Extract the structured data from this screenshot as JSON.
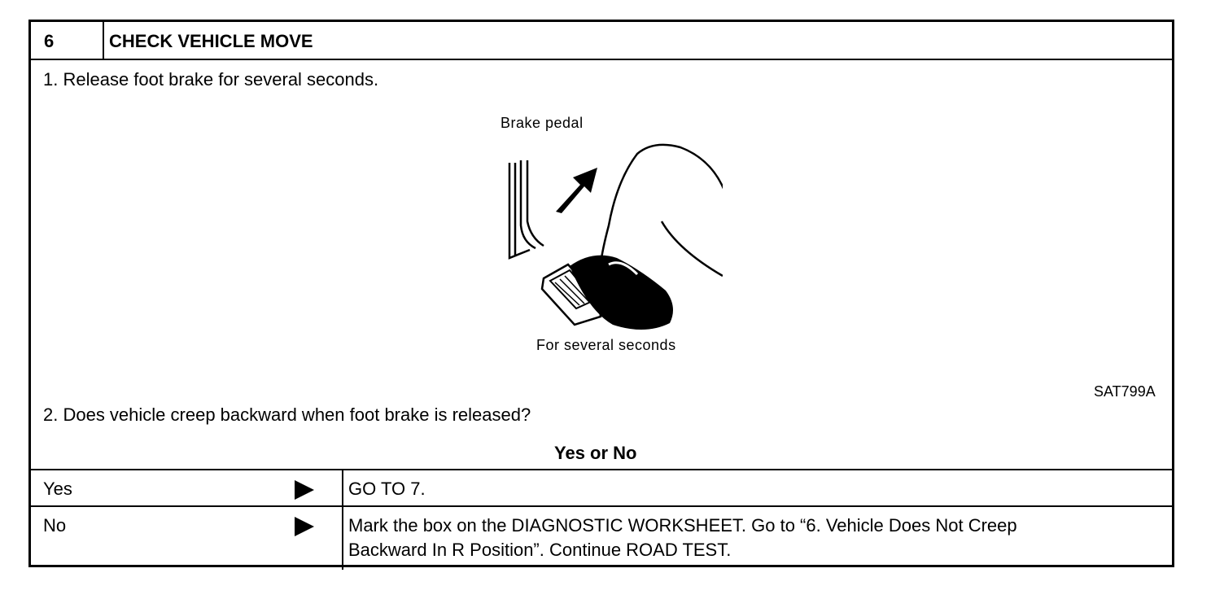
{
  "header": {
    "step_number": "6",
    "title": "CHECK VEHICLE MOVE"
  },
  "body": {
    "instruction_1": "1.  Release foot brake for several seconds.",
    "figure": {
      "label_top": "Brake pedal",
      "label_bottom": "For several seconds",
      "figure_code": "SAT799A"
    },
    "instruction_2": "2.  Does vehicle creep backward when foot brake is released?",
    "question": "Yes or No"
  },
  "results": [
    {
      "answer": "Yes",
      "action_line1": "GO TO 7.",
      "action_line2": ""
    },
    {
      "answer": "No",
      "action_line1": "Mark the box on the DIAGNOSTIC WORKSHEET. Go to “6. Vehicle Does Not Creep",
      "action_line2": "Backward In R Position”. Continue ROAD TEST."
    }
  ],
  "icons": {
    "result_arrow": "right-triangle-arrow-icon",
    "pedal_arrow": "up-right-arrow-icon"
  }
}
